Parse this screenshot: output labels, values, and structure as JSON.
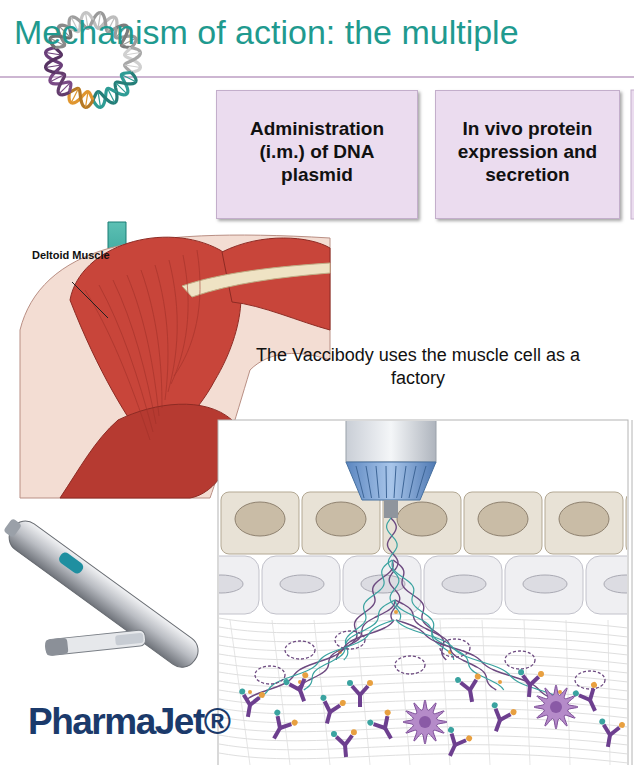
{
  "diagram": {
    "title": "Mechanism of action: the multiple",
    "nodes": [
      {
        "text": [
          "Administration (i.m.) of DNA plasmid"
        ]
      },
      {
        "text": [
          "In vivo protein expression and secretion"
        ]
      }
    ],
    "labels": [
      "Deltoid Muscle",
      "The Vaccibody uses the muscle cell as a factory",
      "PharmaJet®"
    ]
  }
}
